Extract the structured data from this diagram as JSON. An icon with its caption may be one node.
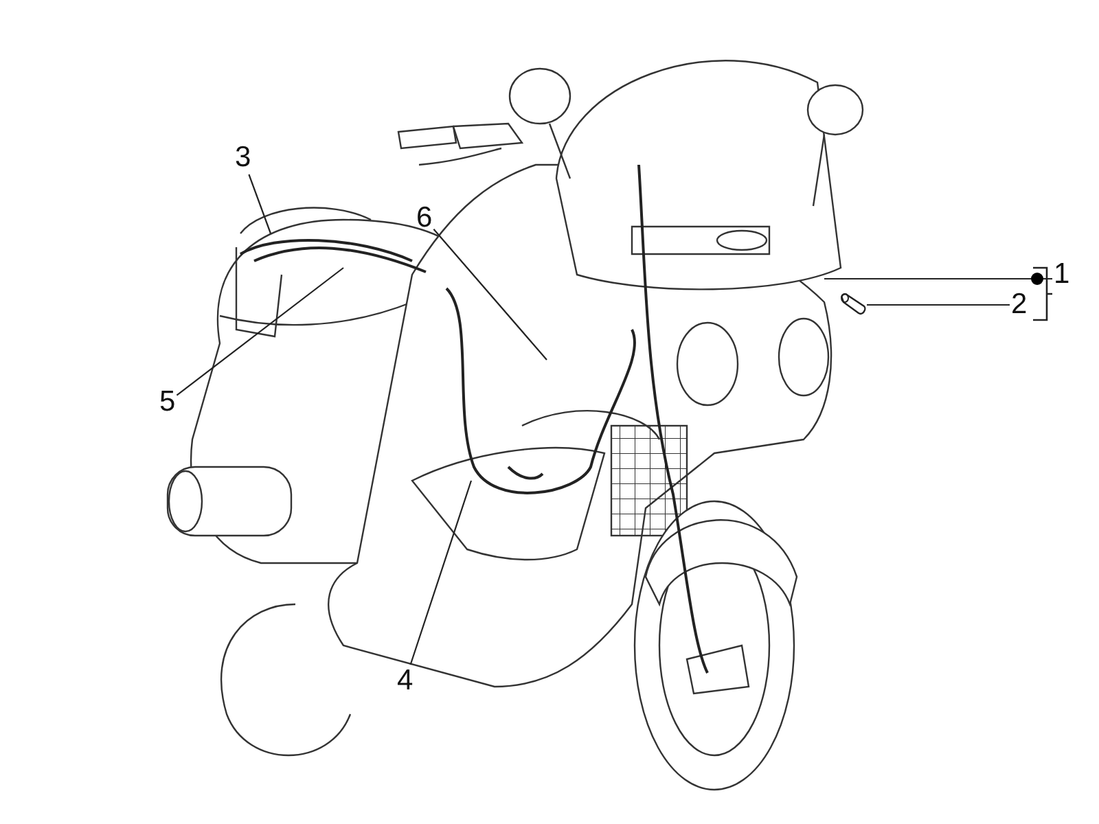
{
  "diagram": {
    "nodes": [
      {
        "text": [
          "1"
        ]
      },
      {
        "text": [
          "2"
        ]
      },
      {
        "text": [
          "3"
        ]
      },
      {
        "text": [
          "4"
        ]
      },
      {
        "text": [
          "5"
        ]
      },
      {
        "text": [
          "6"
        ]
      },
      {
        "text": [],
        "shape": "picture"
      }
    ],
    "edges": [
      {
        "from": 0,
        "to": null,
        "arrow": "none"
      },
      {
        "from": 1,
        "to": 6,
        "arrow": "none"
      },
      {
        "from": 2,
        "to": null,
        "arrow": "none"
      },
      {
        "from": 3,
        "to": null,
        "arrow": "none"
      },
      {
        "from": 4,
        "to": null,
        "arrow": "none"
      },
      {
        "from": 5,
        "to": null,
        "arrow": "none"
      }
    ]
  }
}
